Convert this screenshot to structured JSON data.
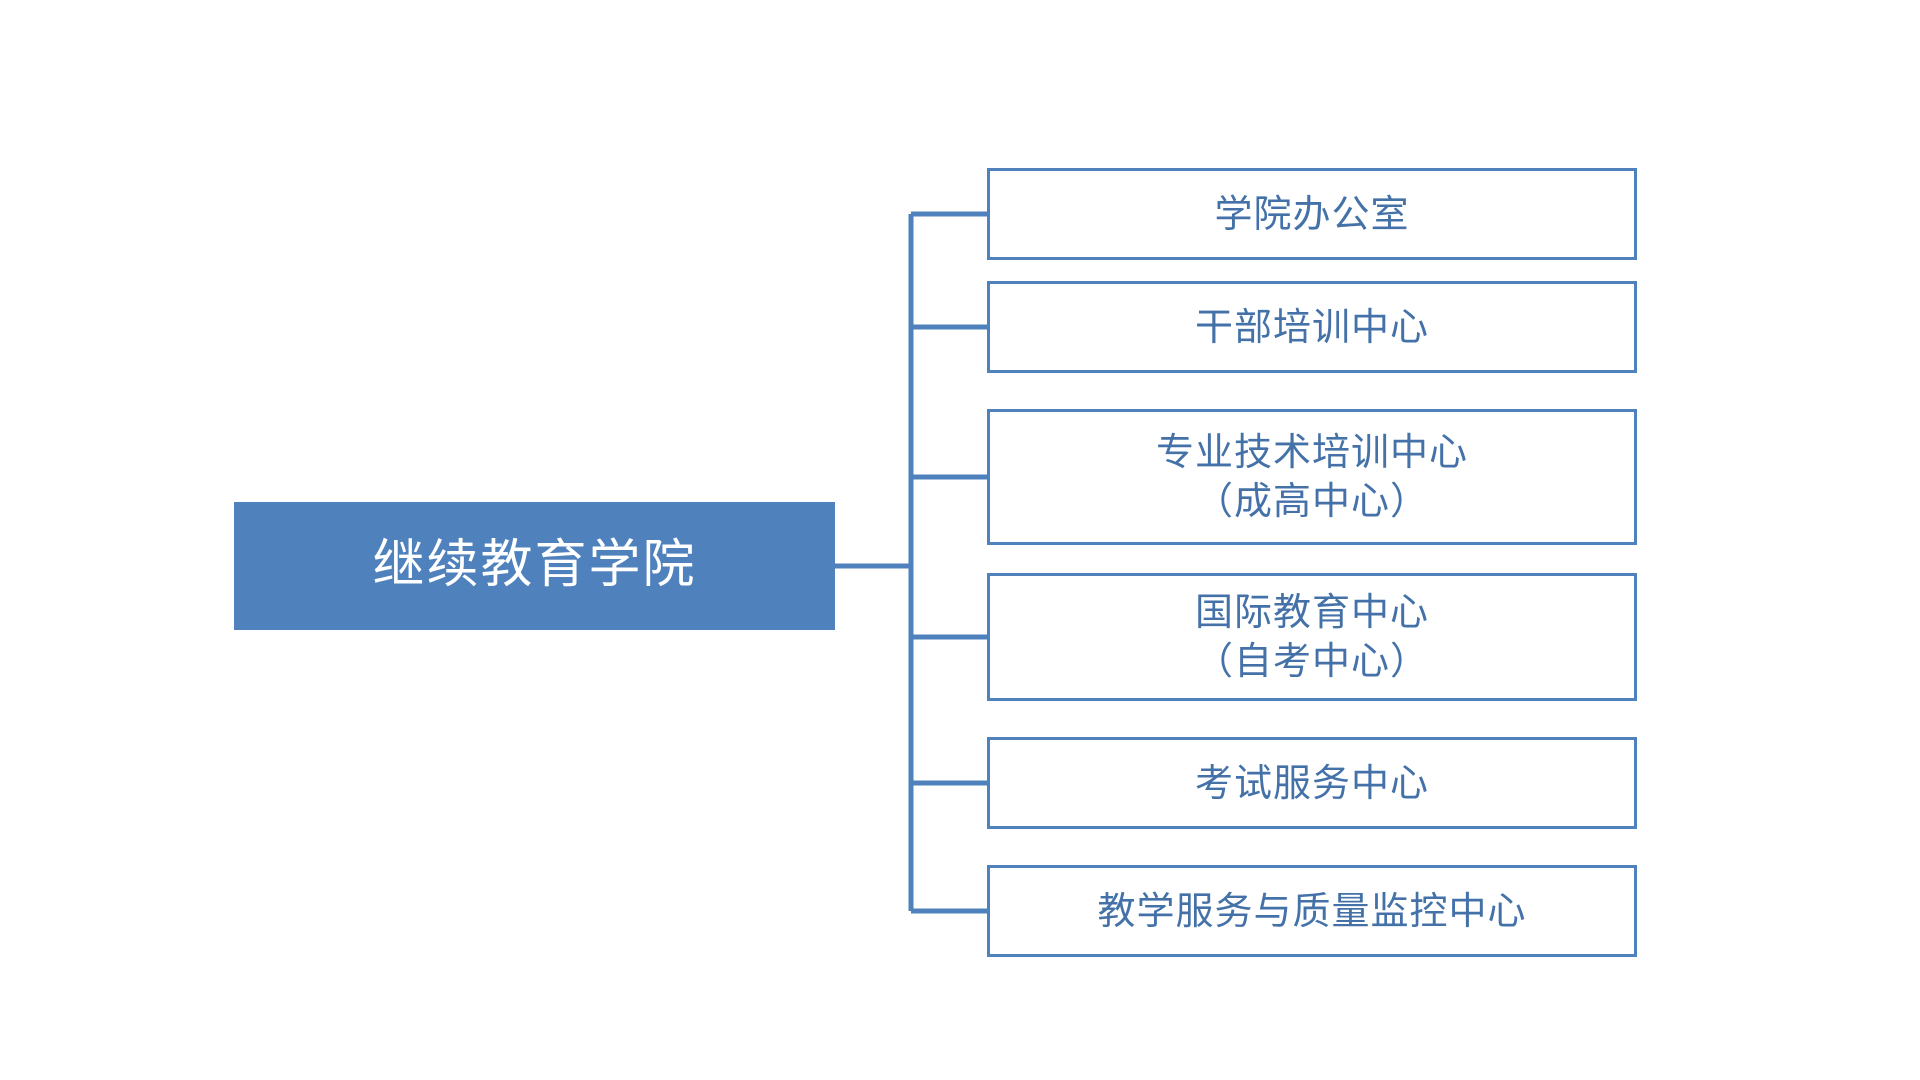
{
  "diagram": {
    "type": "organization-chart",
    "orientation": "horizontal-right",
    "background_color": "#FFFFFF",
    "accent_color": "#4F81BD",
    "line_color": "#4F81BD",
    "child_text_color": "#4472A8",
    "root_text_color": "#FFFFFF",
    "root": {
      "label": "继续教育学院",
      "fill": "#4F81BD",
      "text_color": "#FFFFFF"
    },
    "children": [
      {
        "label": "学院办公室",
        "lines": 1
      },
      {
        "label": "干部培训中心",
        "lines": 1
      },
      {
        "label": "专业技术培训中心\n（成高中心）",
        "lines": 2
      },
      {
        "label": "国际教育中心\n（自考中心）",
        "lines": 2
      },
      {
        "label": "考试服务中心",
        "lines": 1
      },
      {
        "label": "教学服务与质量监控中心",
        "lines": 1
      }
    ]
  }
}
